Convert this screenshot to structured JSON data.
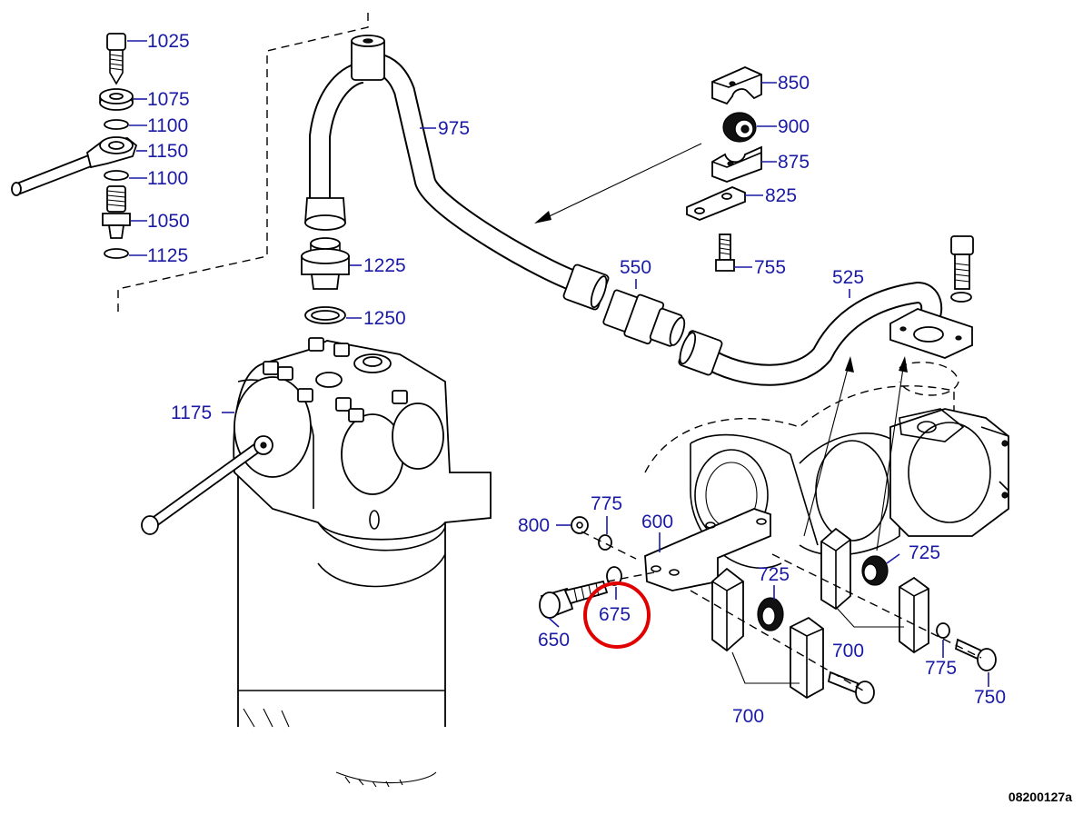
{
  "diagram": {
    "reference_code": "08200127a",
    "highlight_color": "#e00000",
    "label_color": "#1a1aa6",
    "labels": {
      "p1025": "1025",
      "p1075": "1075",
      "p1100a": "1100",
      "p1150": "1150",
      "p1100b": "1100",
      "p1050": "1050",
      "p1125": "1125",
      "p975": "975",
      "p1225": "1225",
      "p1250": "1250",
      "p1175": "1175",
      "p850": "850",
      "p900": "900",
      "p875": "875",
      "p825": "825",
      "p755": "755",
      "p550": "550",
      "p525": "525",
      "p800": "800",
      "p775a": "775",
      "p600": "600",
      "p725a": "725",
      "p725b": "725",
      "p650": "650",
      "p675": "675",
      "p700a": "700",
      "p700b": "700",
      "p775b": "775",
      "p750": "750"
    },
    "highlighted_part": "675"
  }
}
